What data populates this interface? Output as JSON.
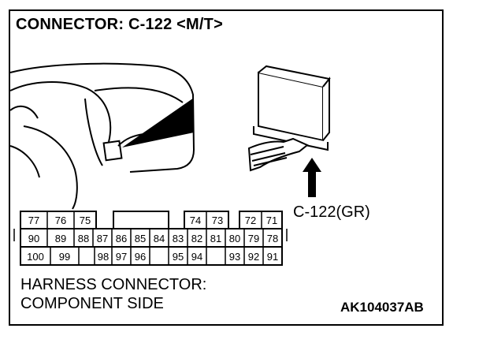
{
  "title": "CONNECTOR: C-122 <M/T>",
  "connector_label": "C-122(GR)",
  "caption": {
    "line1": "HARNESS CONNECTOR:",
    "line2": "COMPONENT SIDE"
  },
  "image_code": "AK104037AB",
  "pins": {
    "row1": [
      "77",
      "76",
      "75",
      "",
      "74",
      "73",
      "",
      "72",
      "71"
    ],
    "row2": [
      "90",
      "89",
      "88",
      "87",
      "86",
      "85",
      "84",
      "83",
      "82",
      "81",
      "80",
      "79",
      "78"
    ],
    "row3": [
      "100",
      "99",
      "",
      "98",
      "97",
      "96",
      "",
      "95",
      "94",
      "",
      "93",
      "92",
      "91"
    ]
  }
}
